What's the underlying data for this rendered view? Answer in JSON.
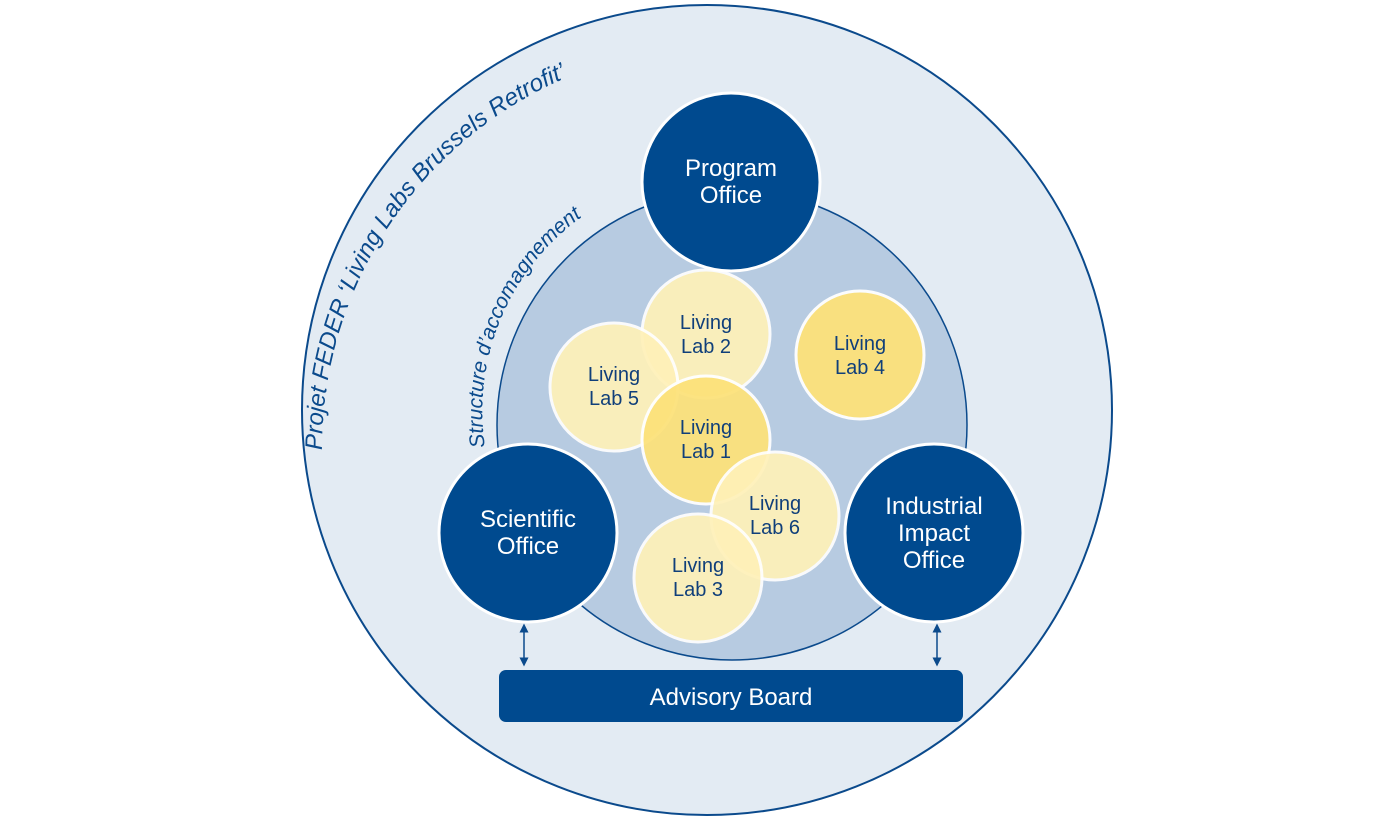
{
  "outer_label": "Projet FEDER ‘Living Labs Brussels Retrofit’",
  "inner_label": "Structure d’accomagnement",
  "offices": {
    "program": [
      "Program",
      "Office"
    ],
    "scientific": [
      "Scientific",
      "Office"
    ],
    "industrial": [
      "Industrial",
      "Impact",
      "Office"
    ]
  },
  "labs": {
    "lab1": [
      "Living",
      "Lab 1"
    ],
    "lab2": [
      "Living",
      "Lab 2"
    ],
    "lab3": [
      "Living",
      "Lab 3"
    ],
    "lab4": [
      "Living",
      "Lab 4"
    ],
    "lab5": [
      "Living",
      "Lab 5"
    ],
    "lab6": [
      "Living",
      "Lab 6"
    ]
  },
  "advisory_board": "Advisory Board",
  "colors": {
    "outer_fill": "#e3ebf3",
    "inner_fill": "#b7cbe1",
    "office_fill": "#004a8f",
    "lab_fill": "#fff1b8",
    "lab_fill_strong": "#fde27a",
    "text_blue": "#0b4a8c"
  }
}
